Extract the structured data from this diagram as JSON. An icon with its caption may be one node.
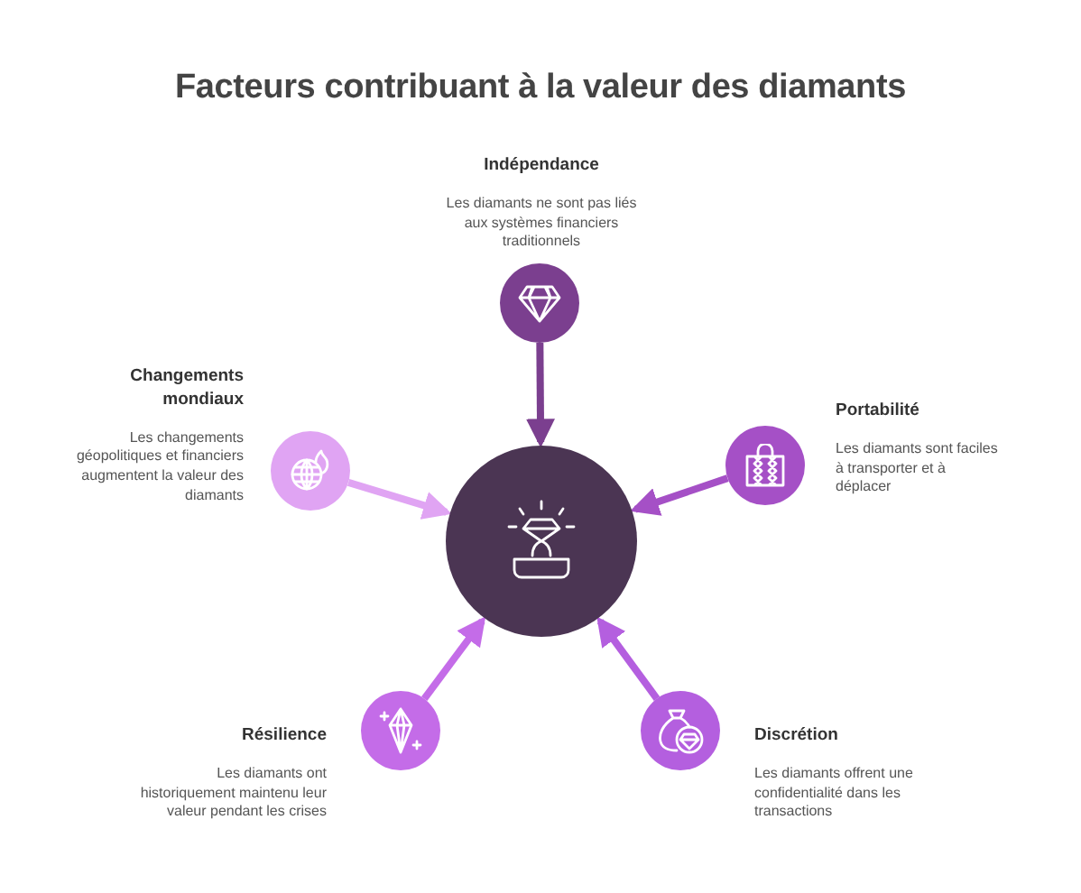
{
  "diagram": {
    "title": "Facteurs contribuant à la valeur des diamants",
    "nodes": [
      {
        "text": [],
        "shape": "circle",
        "beside": [
          "Indépendance",
          "Les diamants ne sont pas liés aux systèmes financiers traditionnels"
        ]
      },
      {
        "text": [],
        "shape": "circle",
        "beside": [
          "Changements mondiaux",
          "Les changements géopolitiques et financiers augmentent la valeur des diamants"
        ]
      },
      {
        "text": [],
        "shape": "circle",
        "beside": [
          "Portabilité",
          "Les diamants sont faciles à transporter et à déplacer"
        ]
      },
      {
        "text": [],
        "shape": "circle"
      },
      {
        "text": [],
        "shape": "circle",
        "beside": [
          "Résilience",
          "Les diamants ont historiquement maintenu leur valeur pendant les crises"
        ]
      },
      {
        "text": [],
        "shape": "circle",
        "beside": [
          "Discrétion",
          "Les diamants offrent une confidentialité dans les transactions"
        ]
      }
    ],
    "edges": [
      {
        "from": 0,
        "to": 3,
        "arrow": "to",
        "color": "#7b3f8f"
      },
      {
        "from": 1,
        "to": 3,
        "arrow": "to",
        "color": "#e0a4f3"
      },
      {
        "from": 2,
        "to": 3,
        "arrow": "to",
        "color": "#a550c6"
      },
      {
        "from": 4,
        "to": 3,
        "arrow": "to",
        "color": "#c46ce8"
      },
      {
        "from": 5,
        "to": 3,
        "arrow": "to",
        "color": "#b45fdf"
      }
    ]
  }
}
